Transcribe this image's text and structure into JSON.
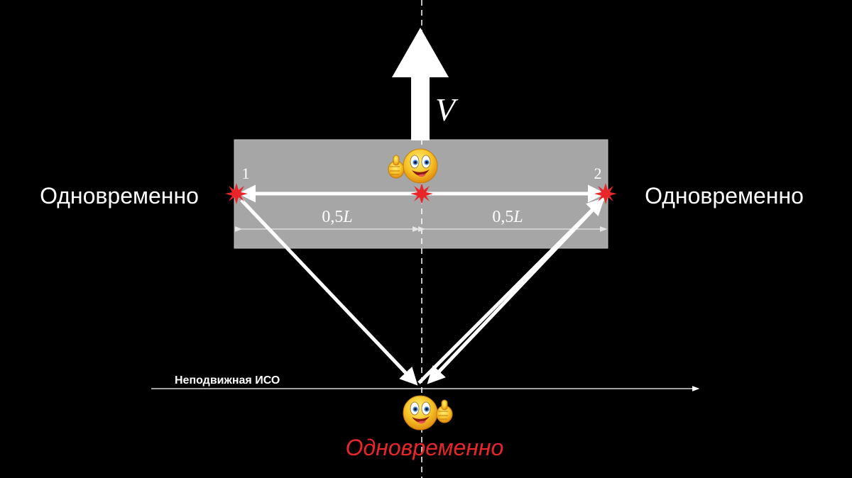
{
  "colors": {
    "background": "#000000",
    "platform": "#a6a6a6",
    "arrow": "#ffffff",
    "flash": "#e8262a",
    "highlight_text": "#e8262a"
  },
  "velocity": {
    "label": "V"
  },
  "platform": {
    "left_point_label": "1",
    "right_point_label": "2",
    "left_half_label": "0,5",
    "right_half_label": "0,5",
    "length_symbol": "L"
  },
  "labels": {
    "left_event": "Одновременно",
    "right_event": "Одновременно",
    "ground_frame": "Неподвижная ИСО",
    "ground_observer_result": "Одновременно"
  },
  "icons": {
    "moving_observer": "smiley-thumbs-up-icon",
    "ground_observer": "smiley-thumbs-up-icon",
    "flash": "flash-burst-icon"
  }
}
